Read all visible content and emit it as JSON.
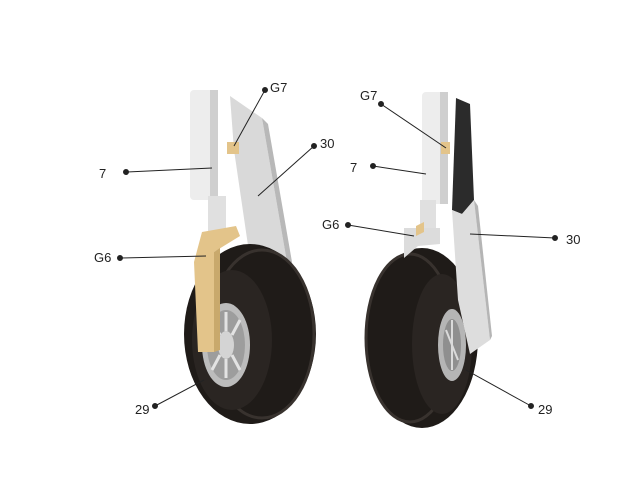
{
  "figure": {
    "left_gear": {
      "labels": {
        "g7": "G7",
        "n30": "30",
        "n7": "7",
        "g6": "G6",
        "n29": "29"
      }
    },
    "right_gear": {
      "labels": {
        "g7": "G7",
        "n7": "7",
        "g6": "G6",
        "n30": "30",
        "n29": "29"
      }
    }
  },
  "colors": {
    "strut": "#ececec",
    "strut_shade": "#c9c9c9",
    "fairing": "#d8d8d8",
    "fairing_dark": "#2b2b2b",
    "tire": "#1e1a17",
    "tire_tread": "#3a3430",
    "hub": "#b9b9b9",
    "tan_part": "#e3c48a",
    "leader": "#222222"
  }
}
